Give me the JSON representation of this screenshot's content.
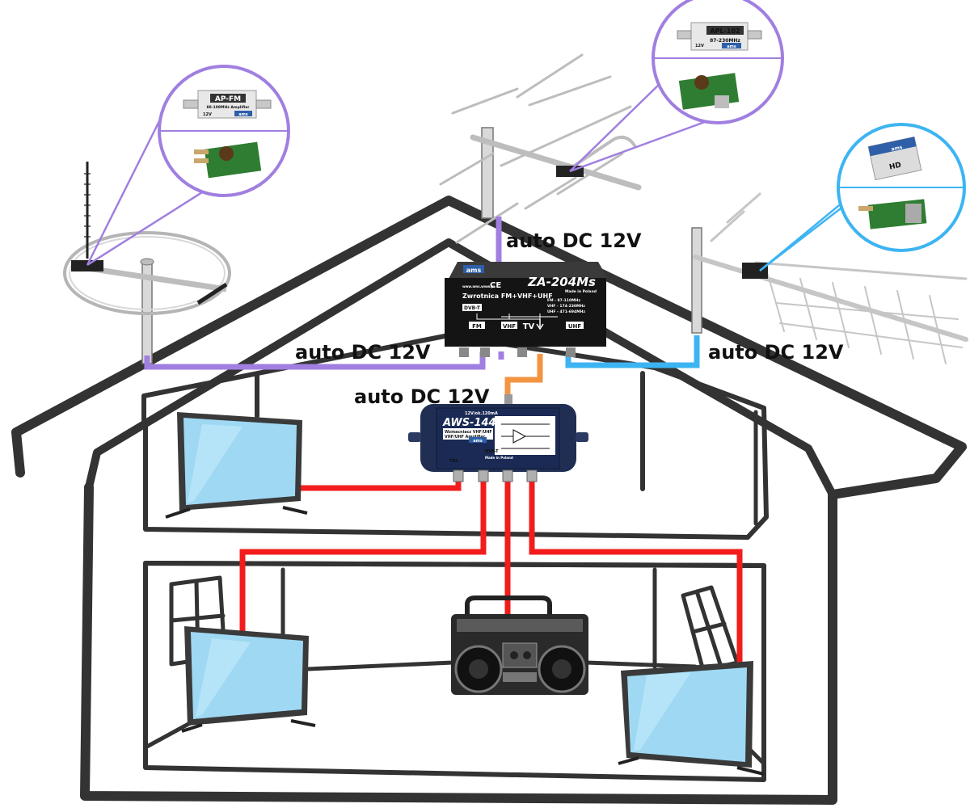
{
  "labels": {
    "feed_center": "auto DC 12V",
    "feed_left": "auto DC 12V",
    "feed_right": "auto DC 12V",
    "feed_amp": "auto DC 12V"
  },
  "combiner": {
    "brand": "ams",
    "model": "ZA-204Ms",
    "name": "Zwrotnica FM+VHF+UHF",
    "made": "Made in Poland",
    "www": "www.ams.www.pl",
    "bands": [
      "FM - 87-110MHz",
      "VHF - 174-230MHz",
      "UHF - 471-694MHz"
    ],
    "ports": [
      "FM",
      "VHF",
      "TV",
      "UHF"
    ],
    "dvb": "DVB-T"
  },
  "amplifier": {
    "model": "AWS-144M",
    "brand": "ams",
    "name": "Wzmacniacz VHF/UHF",
    "name2": "VHF/UHF Amplifier",
    "power": "12V/ok.120mA",
    "dvb": "DVB-T",
    "made": "Made in Poland",
    "tdc": "TDC"
  },
  "modules": {
    "left": {
      "model": "AP-FM",
      "spec": "88-108MHz Amplifier",
      "volt": "12V",
      "brand": "ams"
    },
    "center": {
      "model": "APL-102",
      "spec": "87-230MHz",
      "volt": "12V",
      "brand": "ams"
    },
    "right": {
      "model": "HD",
      "brand": "ams"
    }
  },
  "colors": {
    "purple": "#a07fe0",
    "blue": "#3db4f2",
    "orange": "#f39442",
    "red": "#f21c1c",
    "house": "#333333",
    "screen": "#9fd8f2"
  }
}
